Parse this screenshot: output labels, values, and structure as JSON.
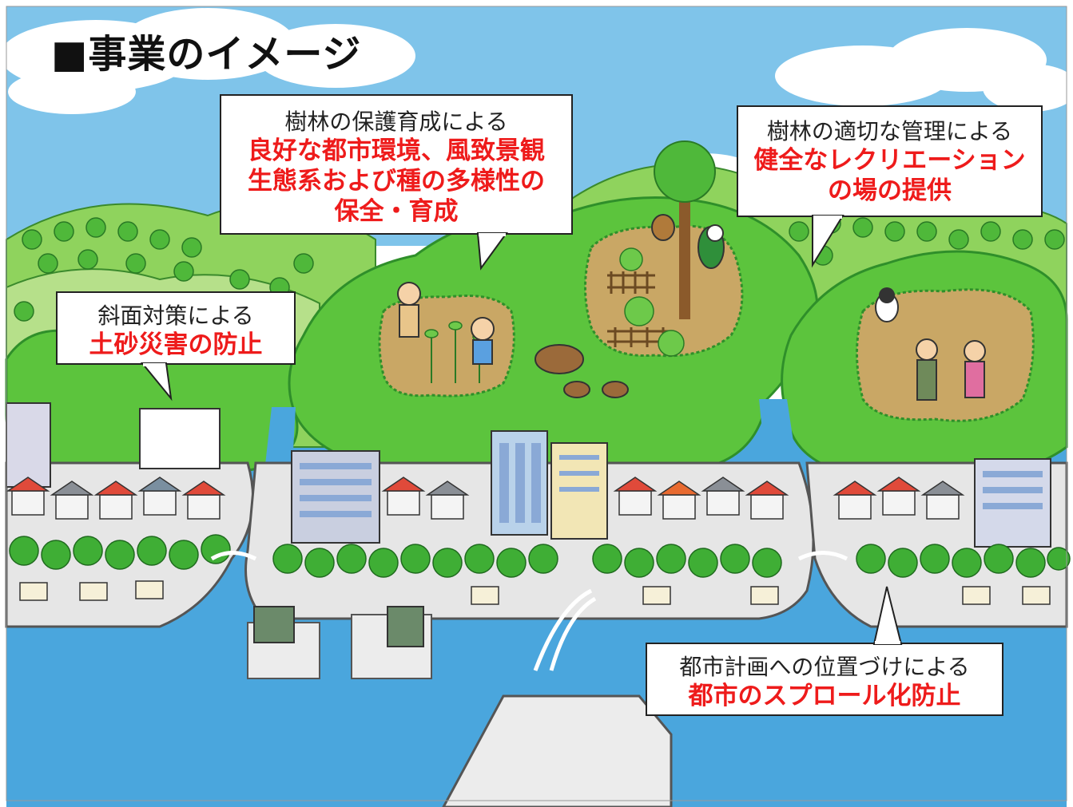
{
  "title": "■事業のイメージ",
  "callouts": [
    {
      "id": "forest-protection",
      "lead": "樹林の保護育成による",
      "emphasis": [
        "良好な都市環境、風致景観",
        "生態系および種の多様性の",
        "保全・育成"
      ]
    },
    {
      "id": "slope",
      "lead": "斜面対策による",
      "emphasis": [
        "土砂災害の防止"
      ]
    },
    {
      "id": "recreation",
      "lead": "樹林の適切な管理による",
      "emphasis": [
        "健全なレクリエーション",
        "の場の提供"
      ]
    },
    {
      "id": "urban-planning",
      "lead": "都市計画への位置づけによる",
      "emphasis": [
        "都市のスプロール化防止"
      ]
    }
  ],
  "colors": {
    "sky": "#7fc4ea",
    "cloud": "#ffffff",
    "forest": "#5cc43d",
    "forest_dark": "#2f8f2a",
    "hill": "#8fd35d",
    "water": "#4aa6dd",
    "ground": "#c9a765",
    "text_red": "#ee1b1b",
    "text_dark": "#222222"
  }
}
